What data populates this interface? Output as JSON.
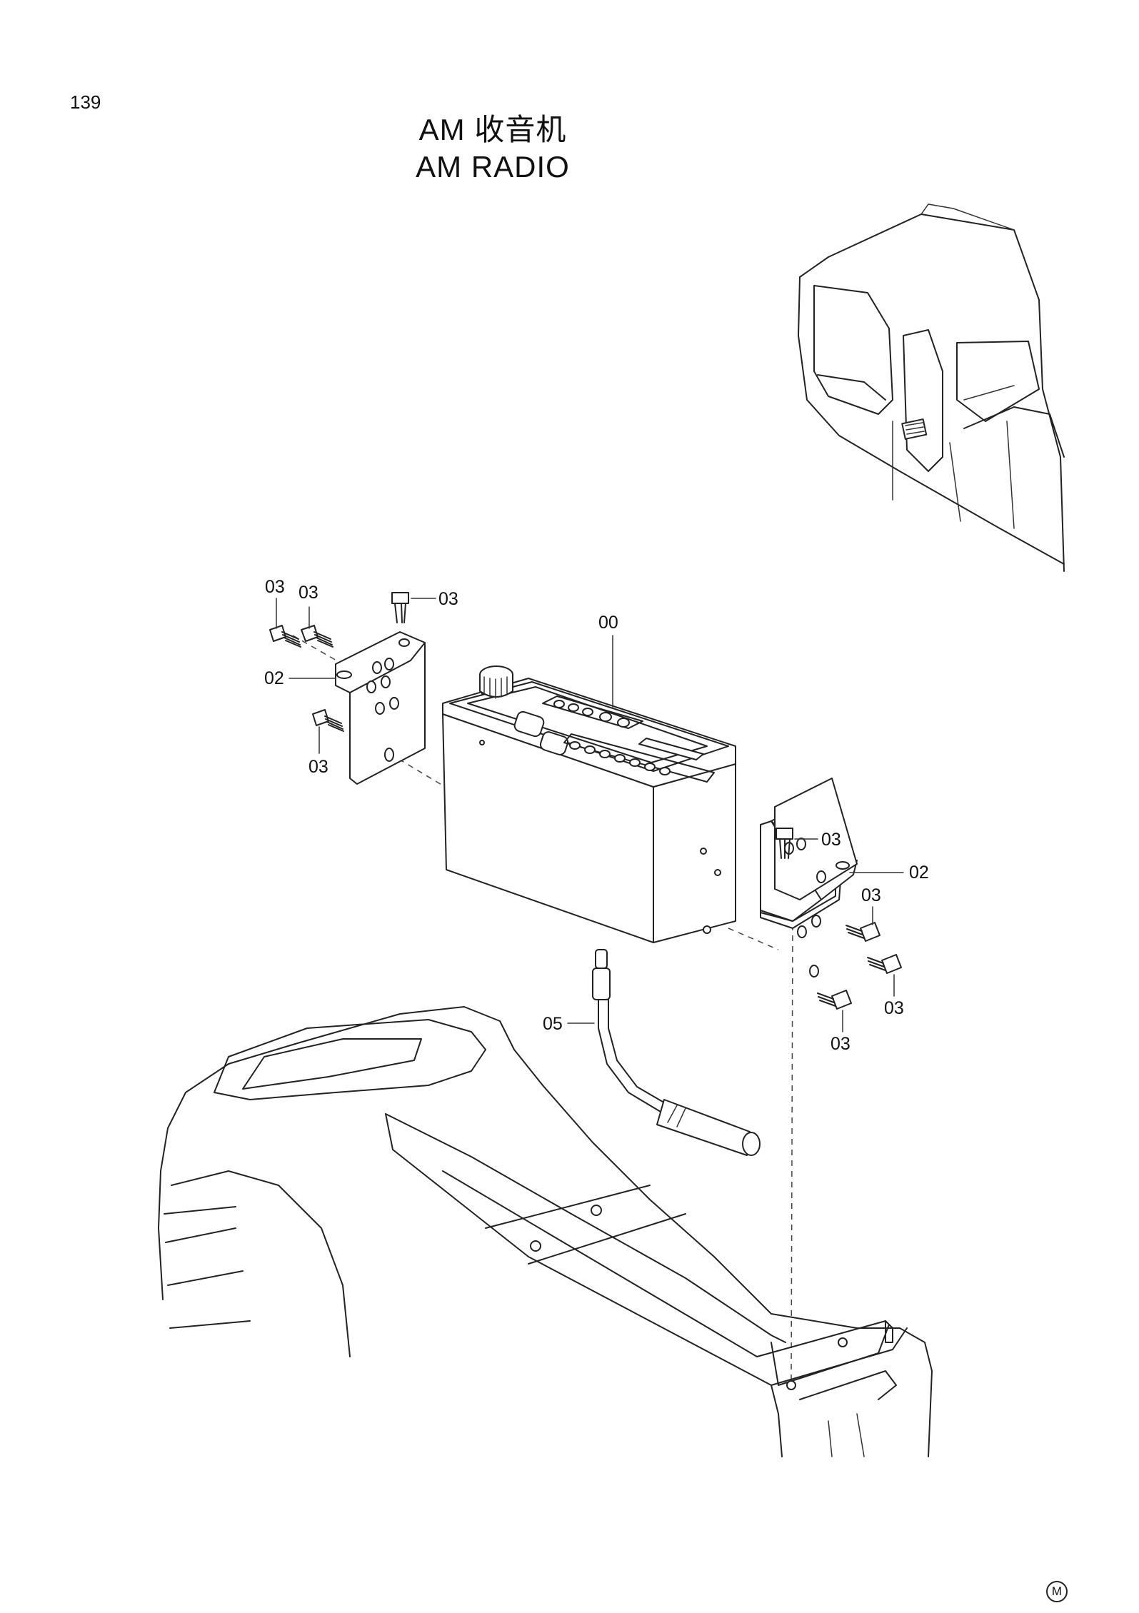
{
  "page": {
    "number": "139"
  },
  "title": {
    "chinese": "AM 收音机",
    "english": "AM RADIO"
  },
  "callouts": {
    "radio": "00",
    "bracket_left": "02",
    "bracket_right": "02",
    "screw": "03",
    "antenna_cable": "05"
  },
  "corner_mark": "M"
}
